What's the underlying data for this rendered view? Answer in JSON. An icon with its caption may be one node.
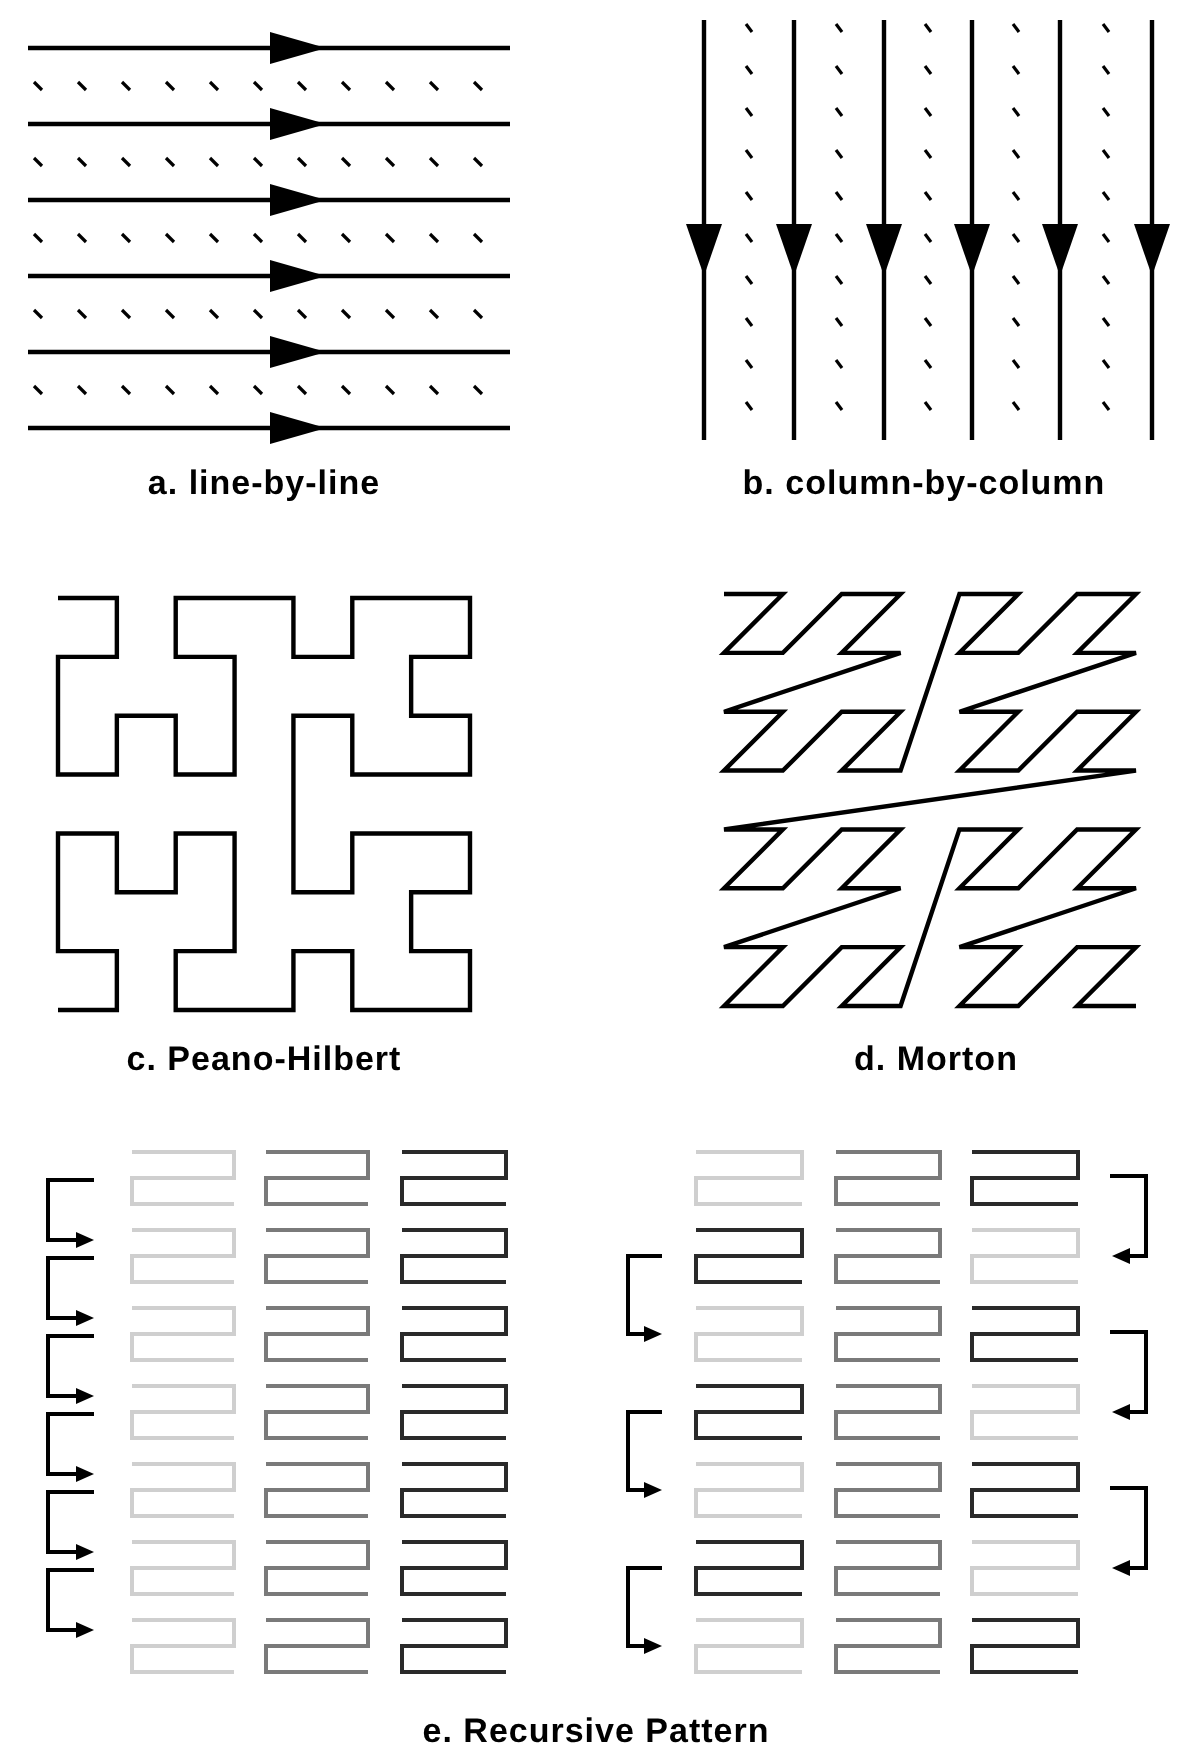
{
  "diagram": {
    "labels": [
      "a. line-by-line",
      "b. column-by-column",
      "c. Peano-Hilbert",
      "d. Morton",
      "e. Recursive Pattern"
    ]
  }
}
